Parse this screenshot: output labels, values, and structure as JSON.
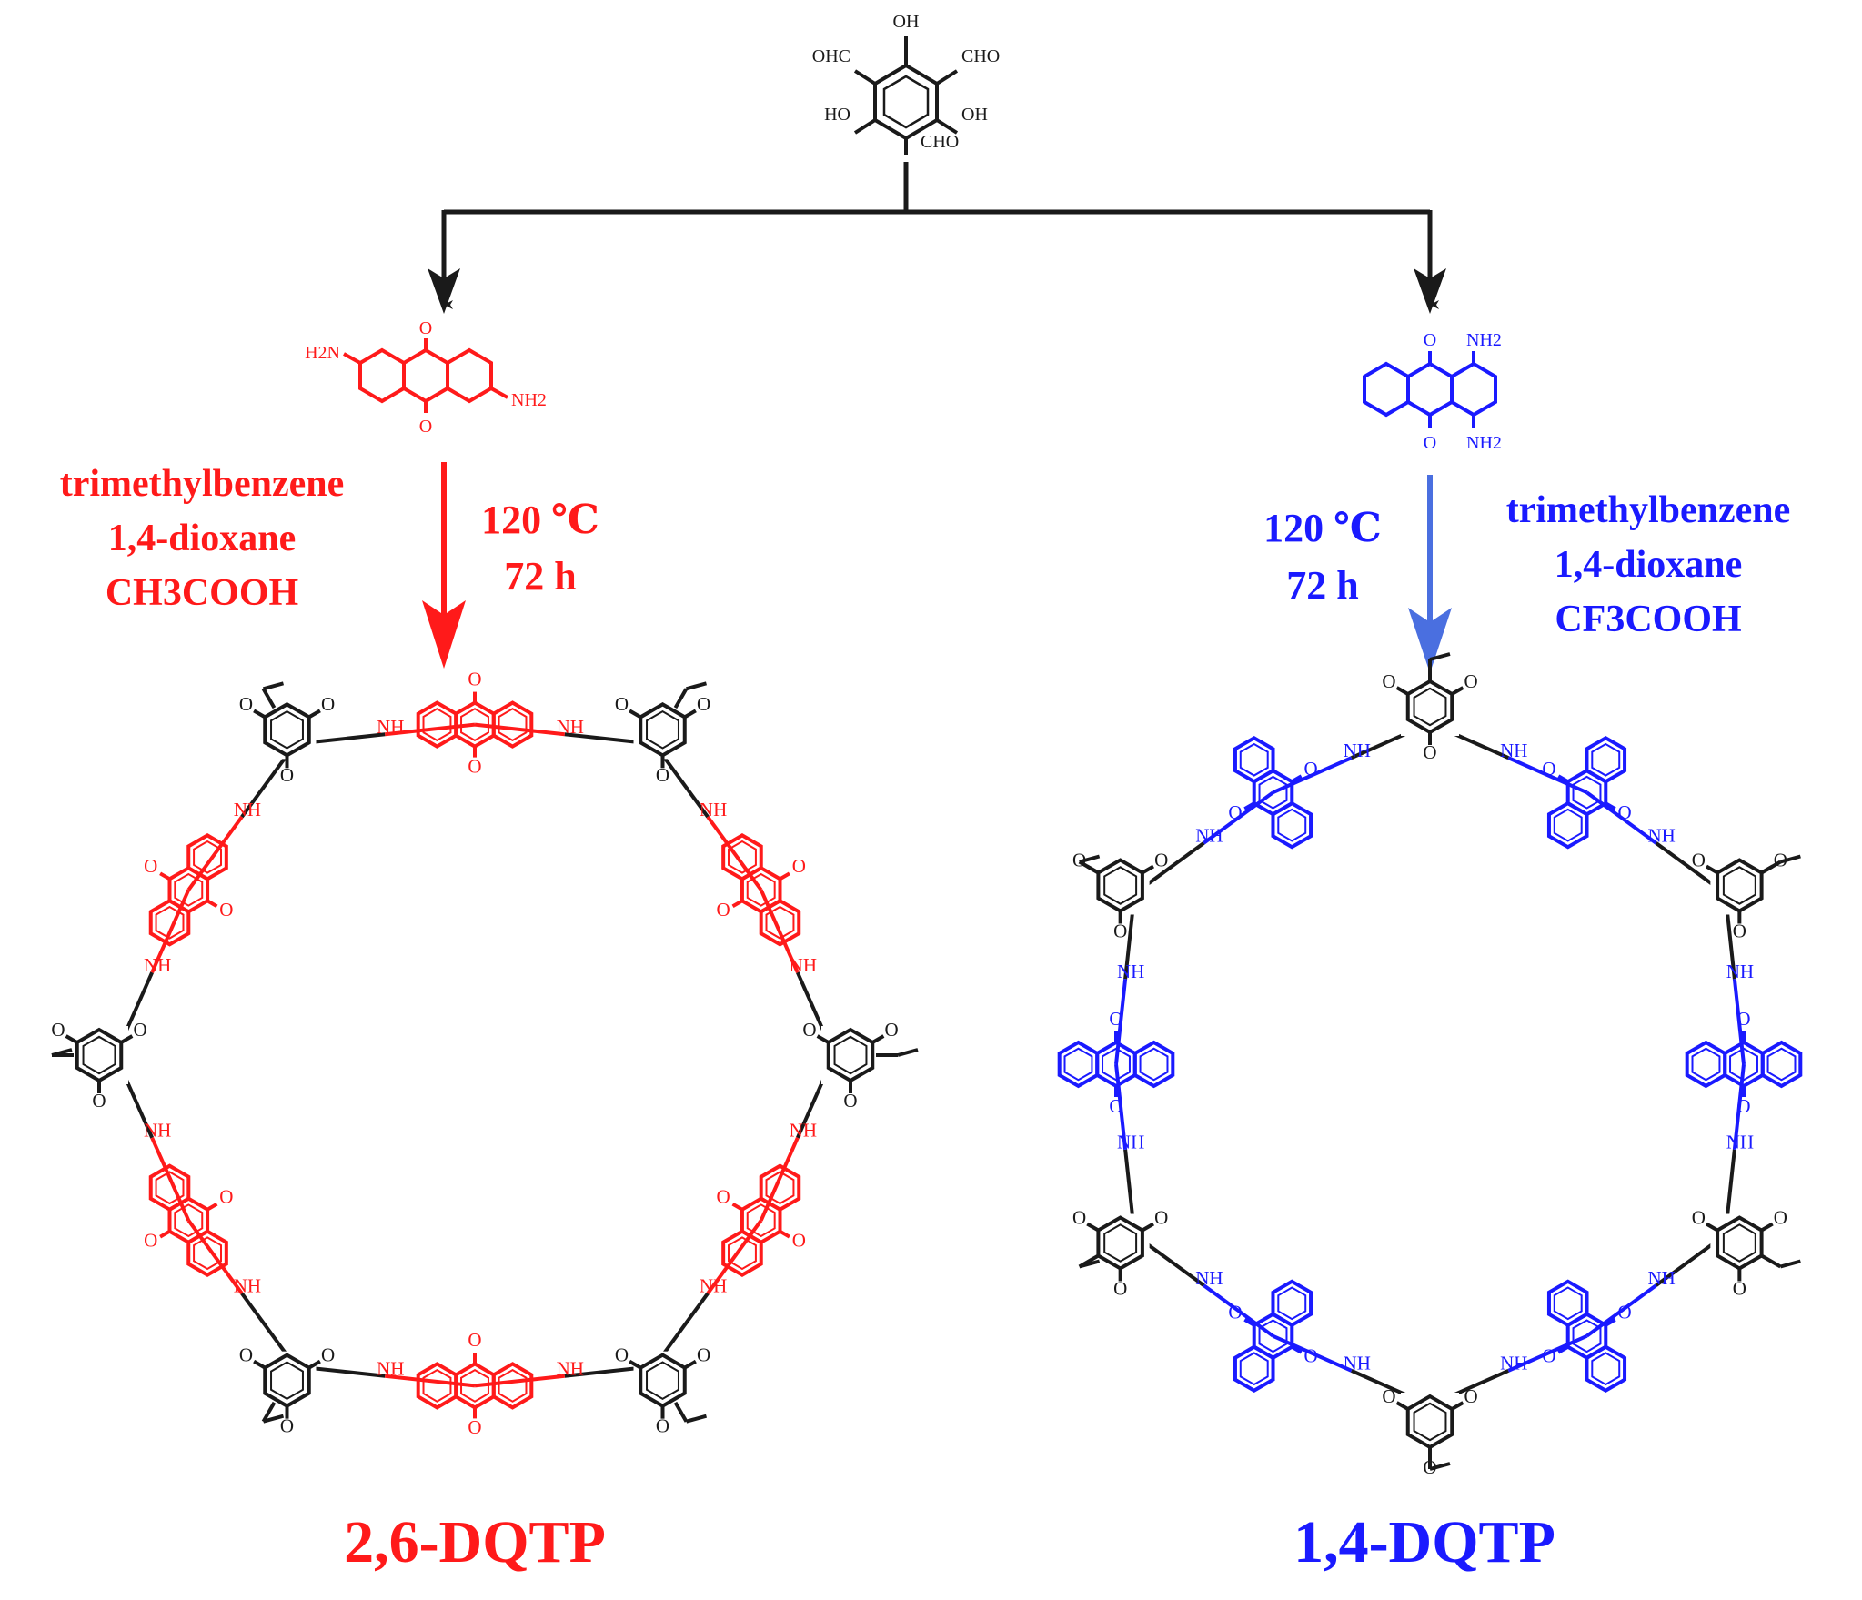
{
  "colors": {
    "red": "#ff1a1a",
    "blue": "#1a1aff",
    "black": "#1a1a1a",
    "arrow_blue": "#4a6fe0"
  },
  "aldehyde": {
    "sub_tl": "OHC",
    "sub_t": "OH",
    "sub_tr": "CHO",
    "sub_bl": "HO",
    "sub_br": "OH",
    "sub_b": "CHO"
  },
  "left": {
    "amine_nh2_top": "H2N",
    "amine_nh2_bottom": "NH2",
    "amine_o": "O",
    "solvent_1": "trimethylbenzene",
    "solvent_2": "1,4-dioxane",
    "solvent_3": "CH3COOH",
    "temp": "120 ℃",
    "time": "72 h",
    "product": "2,6-DQTP",
    "linker": "NH",
    "carbonyl": "O"
  },
  "right": {
    "amine_nh2_top": "NH2",
    "amine_nh2_bottom": "NH2",
    "amine_o": "O",
    "solvent_1": "trimethylbenzene",
    "solvent_2": "1,4-dioxane",
    "solvent_3": "CF3COOH",
    "temp": "120 ℃",
    "time": "72 h",
    "product": "1,4-DQTP",
    "linker": "NH",
    "carbonyl": "O"
  }
}
